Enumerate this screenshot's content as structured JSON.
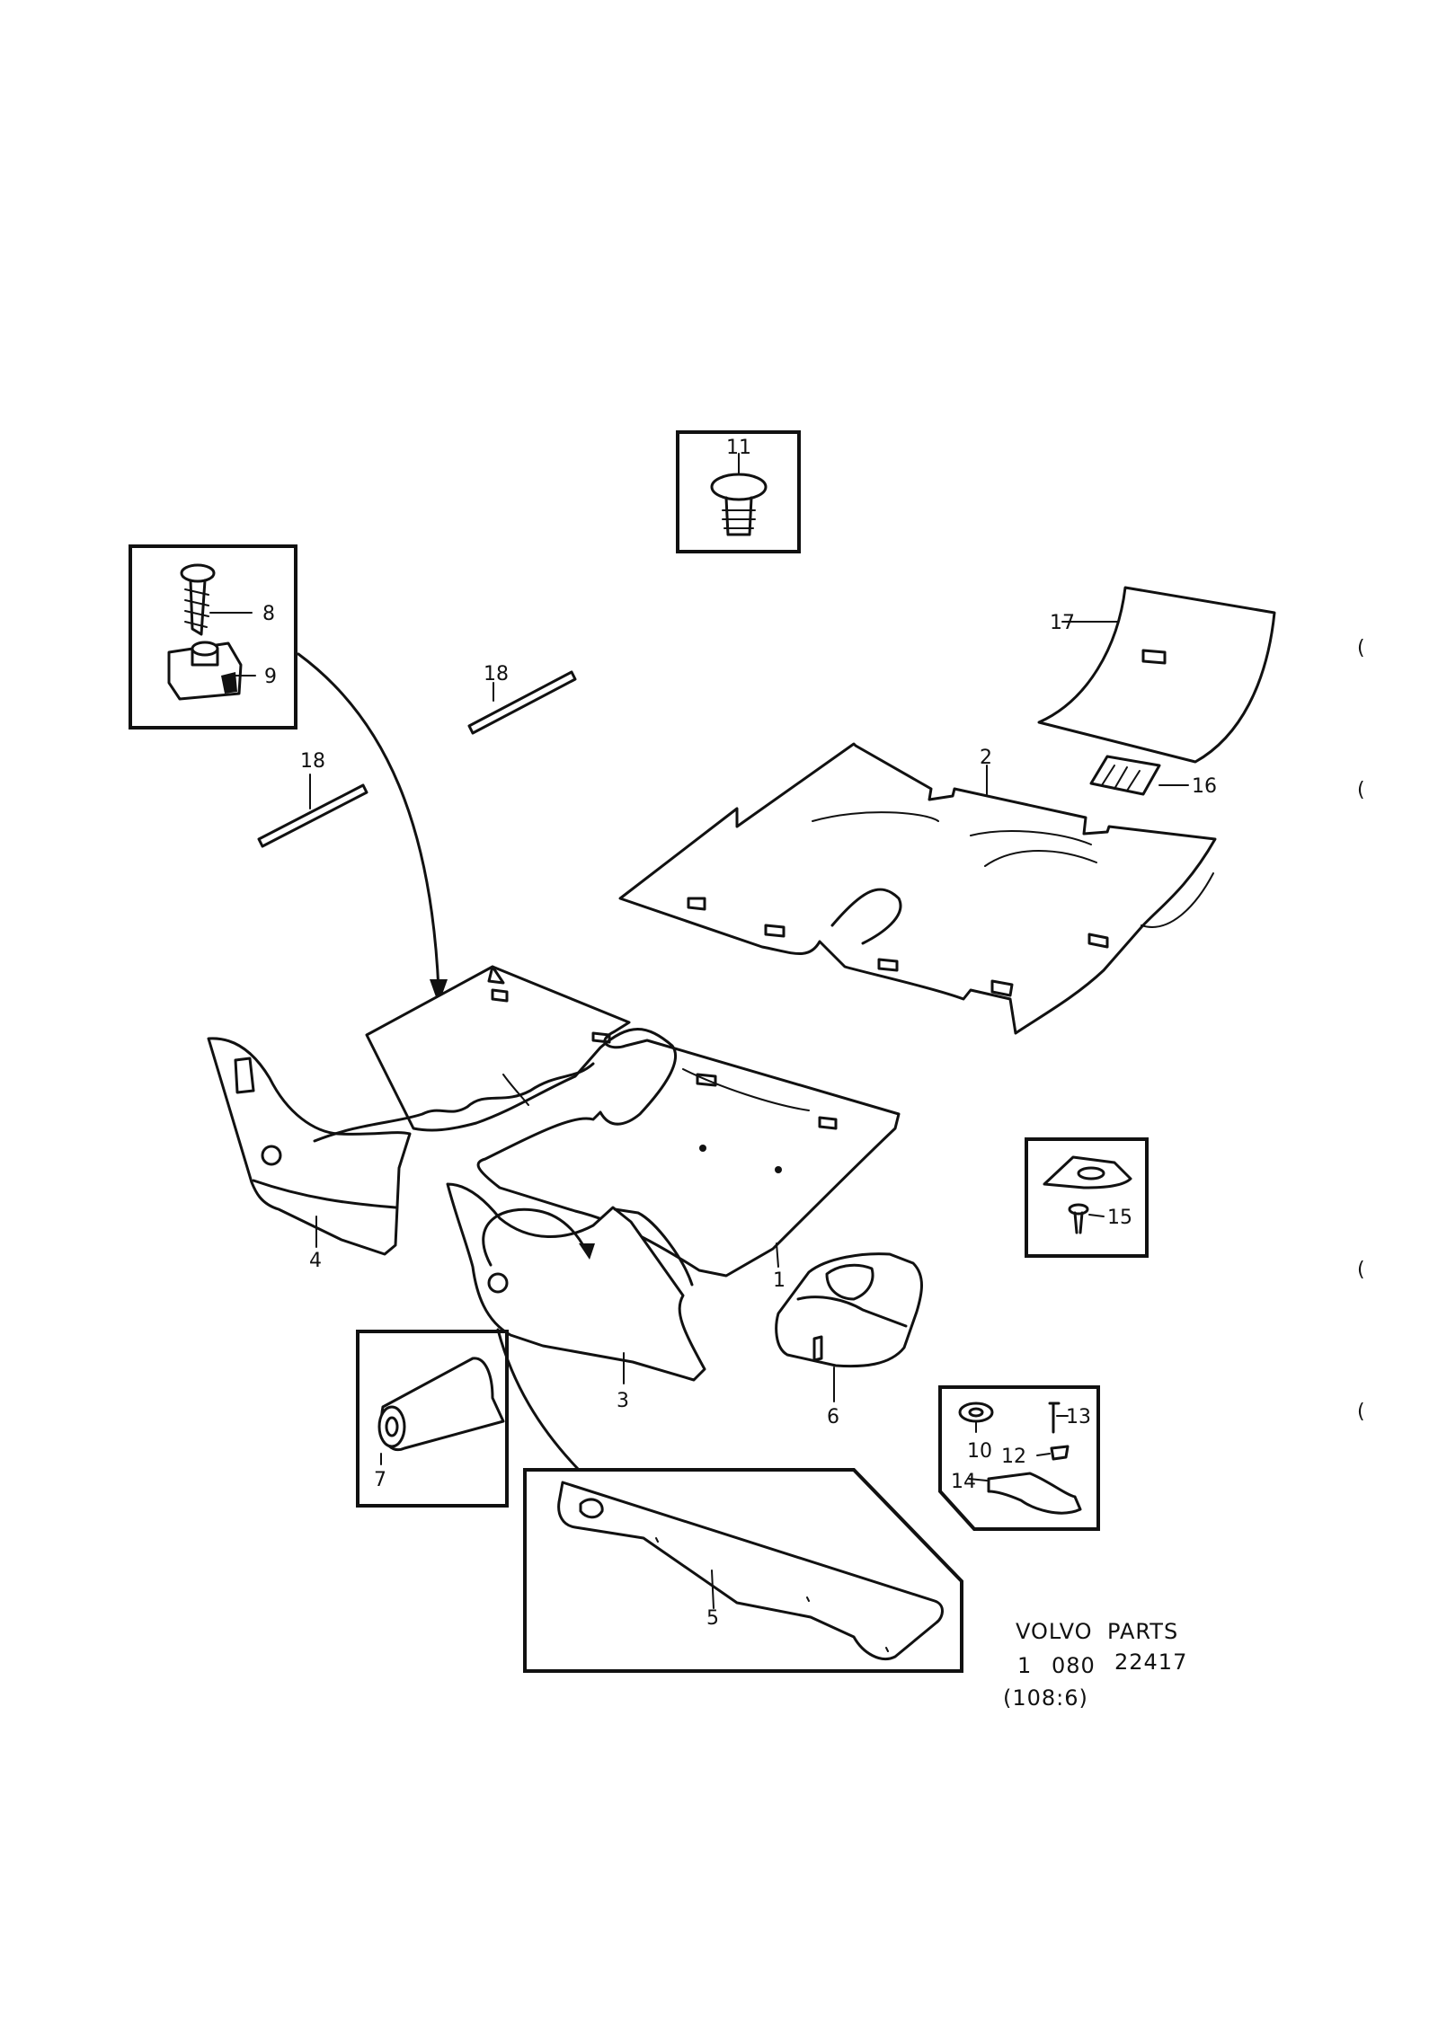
{
  "diagram": {
    "labels": {
      "p1": "1",
      "p2": "2",
      "p3": "3",
      "p4": "4",
      "p5": "5",
      "p6": "6",
      "p7": "7",
      "p8": "8",
      "p9": "9",
      "p10": "10",
      "p11": "11",
      "p12": "12",
      "p13": "13",
      "p14": "14",
      "p15": "15",
      "p16": "16",
      "p17": "17",
      "p18": "18"
    },
    "caption": {
      "brand": "VOLVO",
      "parts": "PARTS",
      "num_a": "1",
      "num_b": "080",
      "num_c": "22417",
      "ref": "(108:6)"
    },
    "margin_marks": [
      "(",
      "(",
      "(",
      "("
    ]
  }
}
